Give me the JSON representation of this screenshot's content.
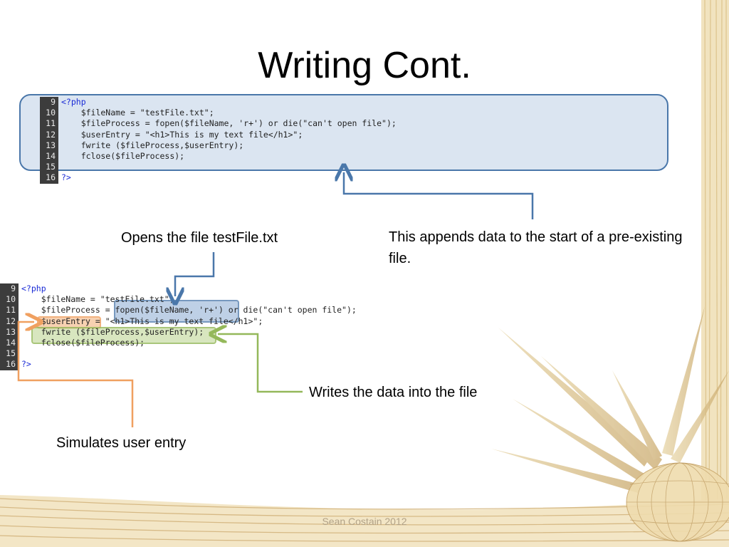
{
  "slide": {
    "title": "Writing Cont.",
    "footer": "Sean Costain 2012"
  },
  "code_top": {
    "lines": [
      {
        "num": "9",
        "text": "<?php"
      },
      {
        "num": "10",
        "text": "    $fileName = \"testFile.txt\";"
      },
      {
        "num": "11",
        "text": "    $fileProcess = fopen($fileName, 'r+') or die(\"can't open file\");"
      },
      {
        "num": "12",
        "text": "    $userEntry = \"<h1>This is my text file</h1>\";"
      },
      {
        "num": "13",
        "text": "    fwrite ($fileProcess,$userEntry);"
      },
      {
        "num": "14",
        "text": "    fclose($fileProcess);"
      },
      {
        "num": "15",
        "text": ""
      },
      {
        "num": "16",
        "text": "?>"
      }
    ]
  },
  "code_bottom": {
    "lines": [
      {
        "num": "9",
        "text": "<?php"
      },
      {
        "num": "10",
        "text": "    $fileName = \"testFile.txt\";"
      },
      {
        "num": "11",
        "text": "    $fileProcess = fopen($fileName, 'r+') or die(\"can't open file\");"
      },
      {
        "num": "12",
        "text": "    $userEntry = \"<h1>This is my text file</h1>\";"
      },
      {
        "num": "13",
        "text": "    fwrite ($fileProcess,$userEntry);"
      },
      {
        "num": "14",
        "text": "    fclose($fileProcess);"
      },
      {
        "num": "15",
        "text": ""
      },
      {
        "num": "16",
        "text": "?>"
      }
    ]
  },
  "annotations": {
    "append": "This appends data to the start of a pre-existing file.",
    "opens": "Opens the file testFile.txt",
    "writes": "Writes the data into the file",
    "simulates": "Simulates user entry"
  },
  "colors": {
    "blue_callout": "#4a77aa",
    "orange_callout": "#f0a060",
    "green_callout": "#94b85a",
    "code_panel": "#dbe5f1"
  }
}
